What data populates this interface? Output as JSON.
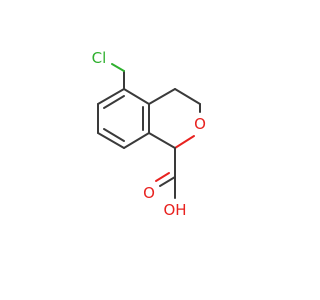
{
  "molecule": {
    "atoms": {
      "chlorine": {
        "label": "Cl",
        "color": "#2fb02f"
      },
      "ring_oxygen": {
        "label": "O",
        "color": "#e8221f"
      },
      "carbonyl_oxygen": {
        "label": "O",
        "color": "#e8221f"
      },
      "hydroxyl": {
        "label": "OH",
        "color": "#e8221f"
      }
    },
    "bond_color": "#3a3a3a"
  }
}
